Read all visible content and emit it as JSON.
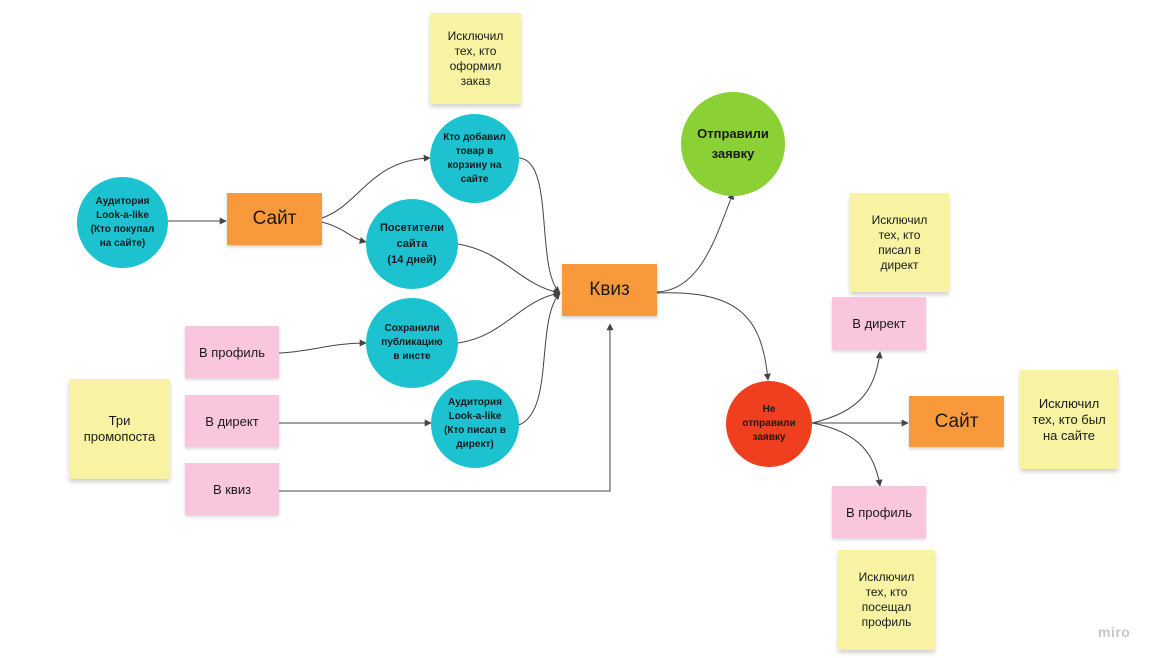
{
  "nodes": {
    "audience_site": "Аудитория\nLook-a-like\n(Кто покупал\nна сайте)",
    "site_left": "Сайт",
    "added_cart": "Кто добавил\nтовар в\nкорзину на\nсайте",
    "visitors": "Посетители\nсайта\n(14 дней)",
    "saved_pub": "Сохранили\nпубликацию\nв инсте",
    "audience_direct": "Аудитория\nLook-a-like\n(Кто писал в\nдирект)",
    "profile_left": "В профиль",
    "direct_left": "В директ",
    "quiz_left": "В квиз",
    "three_posts": "Три\nпромопоста",
    "excl_order": "Исключил\nтех, кто\nоформил\nзаказ",
    "quiz_main": "Квиз",
    "sent": "Отправили\nзаявку",
    "not_sent": "Не\nотправили\nзаявку",
    "direct_right": "В директ",
    "site_right": "Сайт",
    "profile_right": "В профиль",
    "excl_direct": "Исключил\nтех, кто\nписал в\nдирект",
    "excl_site": "Исключил\nтех, кто был\nна сайте",
    "excl_profile": "Исключил\nтех, кто\nпосещал\nпрофиль"
  },
  "branding": {
    "logo": "miro"
  },
  "colors": {
    "teal": "#1cc2cf",
    "green": "#8bd034",
    "red": "#ef3f1e",
    "orange": "#f89a3c",
    "pink": "#f9c6dd",
    "sticky": "#f7f3a3",
    "edge": "#444444"
  }
}
